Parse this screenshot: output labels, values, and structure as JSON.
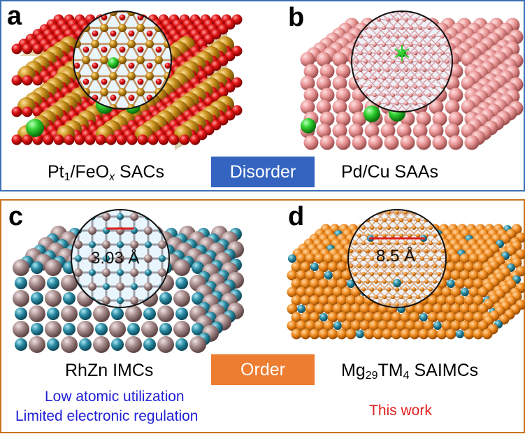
{
  "colors": {
    "frame_top": "#3a6fb5",
    "frame_bottom": "#c8741e",
    "disorder_badge": "#3464c0",
    "order_badge": "#ed7d31",
    "note_blue": "#1f1fd6",
    "note_red": "#e02020",
    "oxygen": "#e01414",
    "iron": "#c8901c",
    "platinum_pd": "#30d030",
    "copper": "#e89494",
    "rhodium": "#a48888",
    "zinc": "#2a8aa2",
    "magnesium": "#ef8a1e"
  },
  "panels": {
    "a": {
      "letter": "a",
      "caption_main": "Pt",
      "caption_sub1": "1",
      "caption_mid": "/FeO",
      "caption_sub2": "x",
      "caption_end": " SACs"
    },
    "b": {
      "letter": "b",
      "caption": "Pd/Cu SAAs"
    },
    "c": {
      "letter": "c",
      "caption": "RhZn IMCs",
      "distance": "3.03 Å"
    },
    "d": {
      "letter": "d",
      "caption_main": "Mg",
      "caption_sub1": "29",
      "caption_mid": "TM",
      "caption_sub2": "4",
      "caption_end": " SAIMCs",
      "distance": "8.5 Å"
    }
  },
  "badges": {
    "disorder": "Disorder",
    "order": "Order"
  },
  "notes": {
    "line1": "Low atomic utilization",
    "line2": "Limited electronic regulation",
    "this_work": "This work"
  }
}
